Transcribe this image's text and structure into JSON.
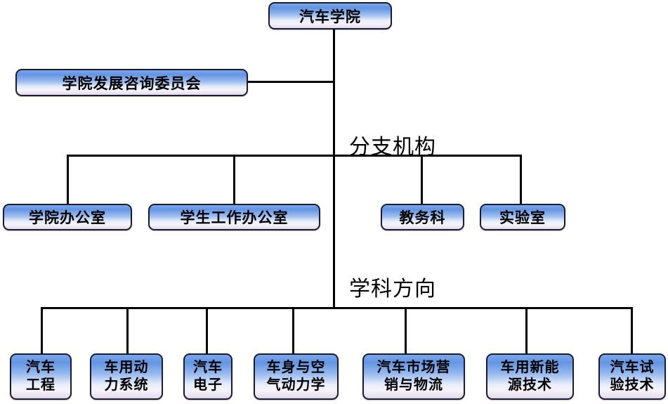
{
  "diagram": {
    "type": "org-chart",
    "root": {
      "label": "汽车学院"
    },
    "committee": {
      "label": "学院发展咨询委员会"
    },
    "sections": [
      {
        "label": "分支机构",
        "nodes": [
          {
            "label": "学院办公室"
          },
          {
            "label": "学生工作办公室"
          },
          {
            "label": "教务科"
          },
          {
            "label": "实验室"
          }
        ]
      },
      {
        "label": "学科方向",
        "nodes": [
          {
            "label": "汽车\n工程"
          },
          {
            "label": "车用动\n力系统"
          },
          {
            "label": "汽车\n电子"
          },
          {
            "label": "车身与空\n气动力学"
          },
          {
            "label": "汽车市场营\n销与物流"
          },
          {
            "label": "车用新能\n源技术"
          },
          {
            "label": "汽车试\n验技术"
          }
        ]
      }
    ],
    "colors": {
      "box_gradient_top": "#6395e3",
      "box_gradient_bottom": "#e2d9eb",
      "box_border": "#1c1c30",
      "connector": "#000000",
      "text": "#000000",
      "background": "#ffffff"
    }
  }
}
